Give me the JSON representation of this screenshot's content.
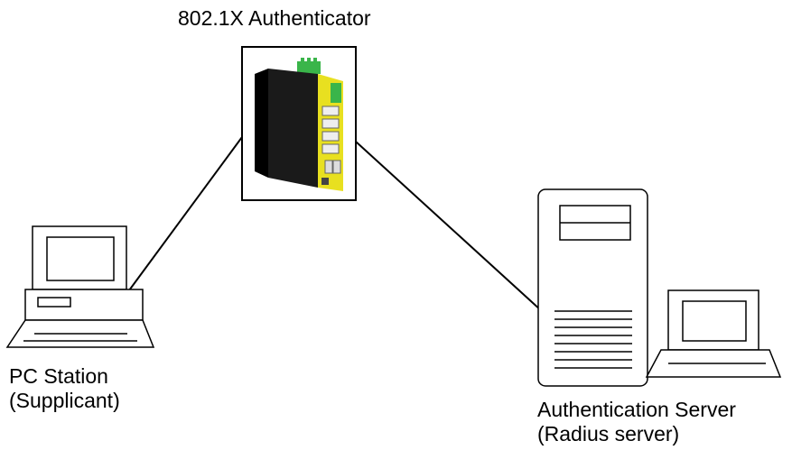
{
  "diagram": {
    "authenticator": {
      "label": "802.1X Authenticator",
      "icon": "industrial-switch-icon"
    },
    "pc_station": {
      "label_line1": "PC Station",
      "label_line2": "(Supplicant)",
      "icon": "desktop-computer-icon"
    },
    "auth_server": {
      "label_line1": "Authentication Server",
      "label_line2": "(Radius server)",
      "icon": "tower-server-icon"
    },
    "colors": {
      "line": "#000000",
      "switch_body": "#1a1a1a",
      "switch_panel": "#e8e020",
      "terminal_block": "#3ab54a",
      "background": "#ffffff"
    }
  }
}
